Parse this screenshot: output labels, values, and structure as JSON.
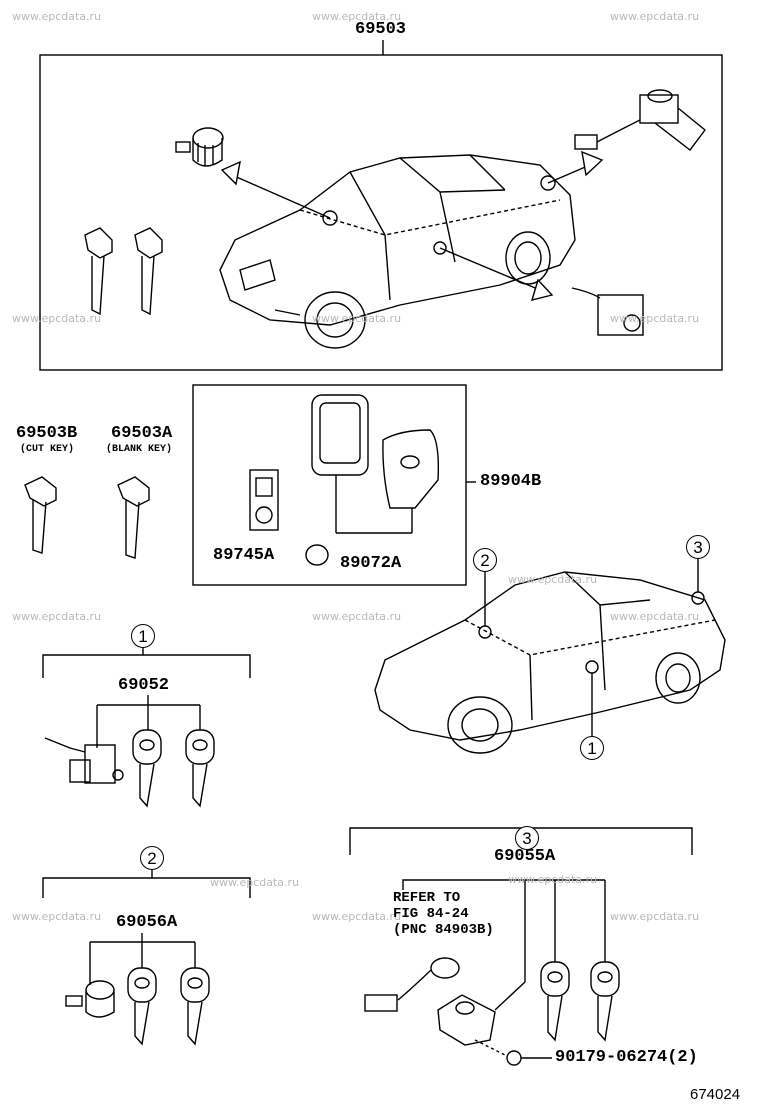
{
  "watermark": "www.epcdata.ru",
  "figure_number": "674024",
  "labels": {
    "top_assembly": "69503",
    "cut_key": "69503B",
    "cut_key_note": "(CUT KEY)",
    "blank_key": "69503A",
    "blank_key_note": "(BLANK KEY)",
    "transmitter_housing": "89904B",
    "battery": "89745A",
    "transmitter": "89072A",
    "set1": "69052",
    "set2": "69056A",
    "set3": "69055A",
    "screw": "90179-06274(2)"
  },
  "refer_note": "REFER TO\nFIG 84-24\n(PNC 84903B)",
  "callouts": {
    "c1": "1",
    "c2": "2",
    "c3": "3"
  },
  "colors": {
    "line": "#000000",
    "watermark": "#b9b9b9",
    "background": "#ffffff"
  }
}
